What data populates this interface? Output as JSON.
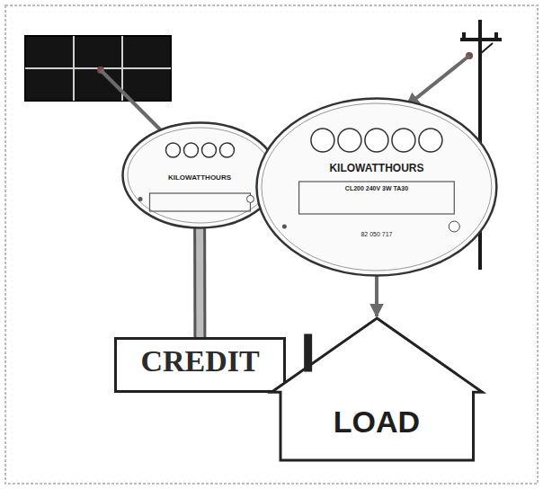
{
  "diagram": {
    "nodes": [
      {
        "text": [
          "KILOWATTHOURS"
        ]
      },
      {
        "text": [
          "KILOWATTHOURS",
          "CL200 240V 3W TA30",
          "82 050 717"
        ]
      },
      {
        "text": [
          "CREDIT"
        ]
      },
      {
        "text": [
          "LOAD"
        ]
      }
    ],
    "edges": [
      {
        "from": 0,
        "to": 1,
        "arrow": "to"
      },
      {
        "from": 1,
        "to": 3,
        "arrow": "to"
      },
      {
        "from": 0,
        "to": 2,
        "arrow": "none"
      }
    ]
  }
}
